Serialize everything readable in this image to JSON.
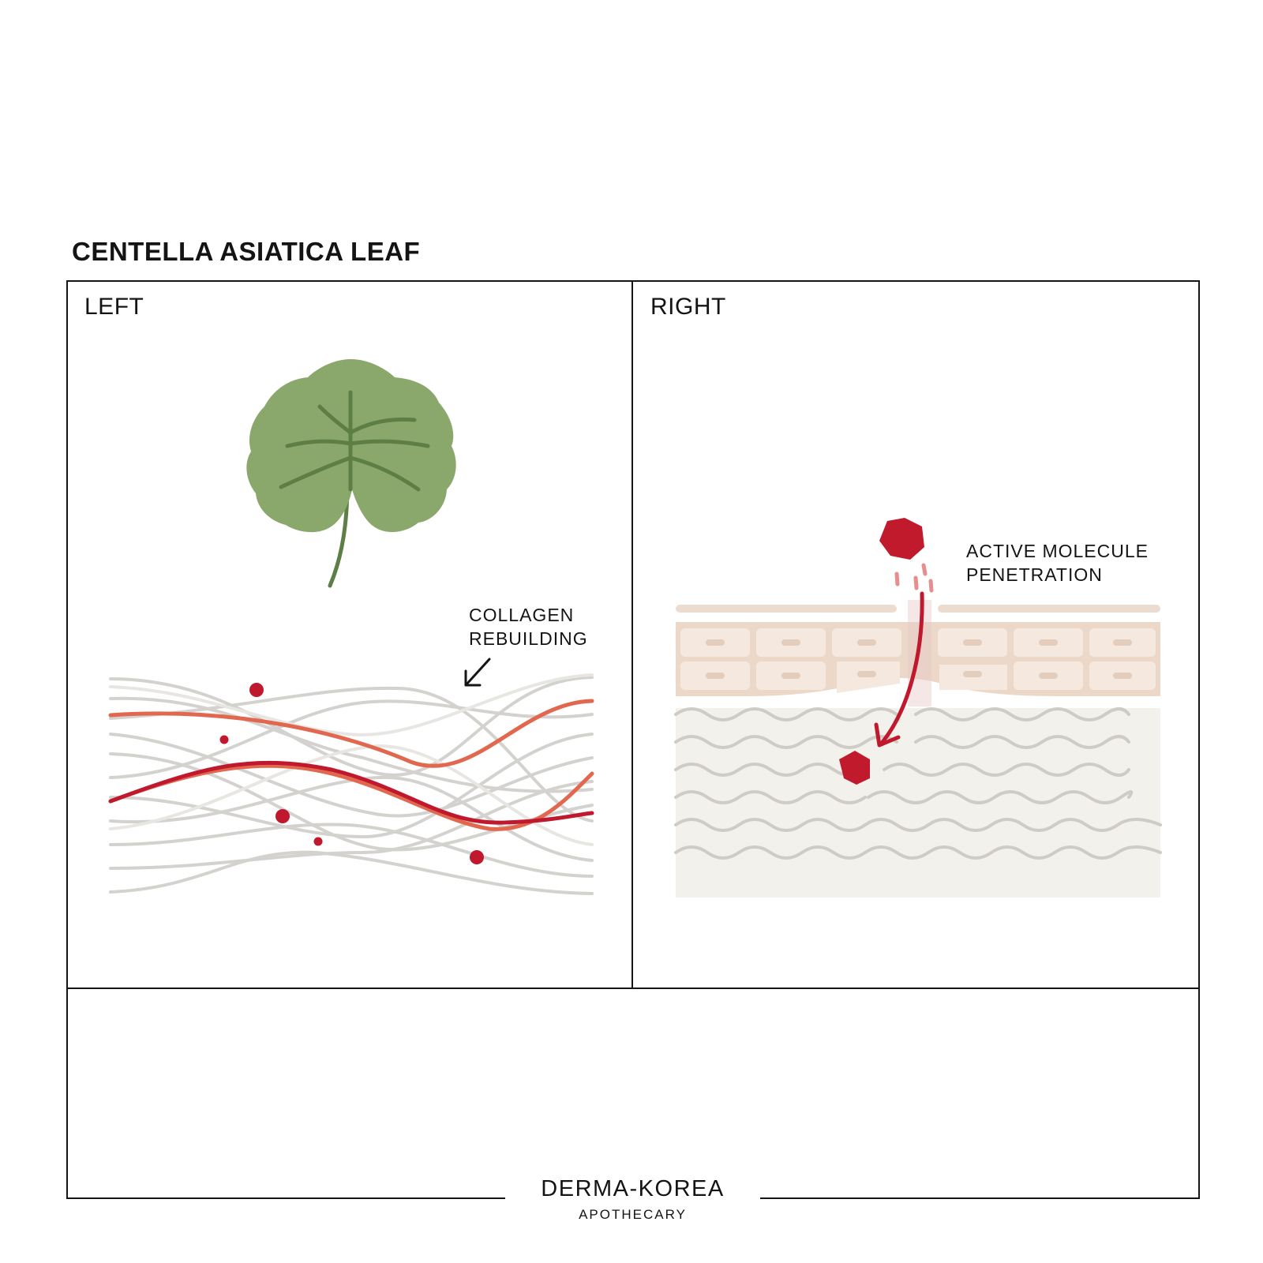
{
  "header": {
    "title": "CENTELLA ASIATICA LEAF"
  },
  "panels": {
    "left": {
      "label": "LEFT",
      "annotation_line1": "COLLAGEN",
      "annotation_line2": "REBUILDING"
    },
    "right": {
      "label": "RIGHT",
      "annotation_line1": "ACTIVE MOLECULE",
      "annotation_line2": "PENETRATION"
    }
  },
  "footer": {
    "brand": "DERMA-KOREA",
    "brand_sub": "APOTHECARY"
  },
  "colors": {
    "leaf": "#8aa86c",
    "vein": "#5d7f45",
    "fiber_gray": "#d2d0cc",
    "fiber_orange": "#e2674f",
    "fiber_red": "#c0192e",
    "molecule": "#c21a2d",
    "skin_cells": "#ecd8c8",
    "dermis": "#f3f1ec"
  },
  "icons": [
    "centella-leaf-icon",
    "hexagon-molecule-icon",
    "arrow-down-left-icon"
  ]
}
